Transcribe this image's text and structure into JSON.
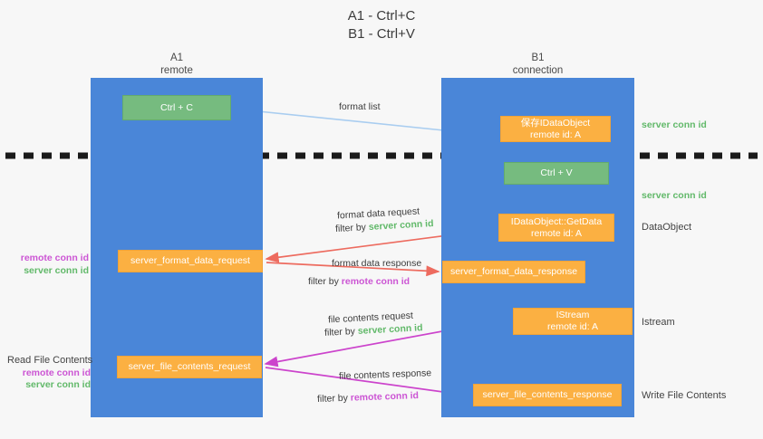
{
  "title": {
    "line1": "A1 - Ctrl+C",
    "line2": "B1 - Ctrl+V"
  },
  "lanes": [
    {
      "id": "a1",
      "name": "A1",
      "subtitle": "remote",
      "color": "#4a86d8"
    },
    {
      "id": "b1",
      "name": "B1",
      "subtitle": "connection",
      "color": "#4a86d8"
    }
  ],
  "nodes": {
    "ctrl_c": {
      "label": "Ctrl + C",
      "color": "#76bb7f"
    },
    "store_idataobject": {
      "label": "保存IDataObject",
      "sub": "remote id: A",
      "color": "#fbb042"
    },
    "ctrl_v": {
      "label": "Ctrl + V",
      "color": "#76bb7f"
    },
    "getdata": {
      "label": "IDataObject::GetData",
      "sub": "remote id: A",
      "color": "#fbb042"
    },
    "format_data_request": {
      "label": "server_format_data_request",
      "color": "#fbb042"
    },
    "format_data_response": {
      "label": "server_format_data_response",
      "color": "#fbb042"
    },
    "istream": {
      "label": "IStream",
      "sub": "remote id: A",
      "color": "#fbb042"
    },
    "file_contents_request": {
      "label": "server_file_contents_request",
      "color": "#fbb042"
    },
    "file_contents_response": {
      "label": "server_file_contents_response",
      "color": "#fbb042"
    }
  },
  "arrow_labels": {
    "format_list": "format list",
    "format_data_request": "format data request",
    "format_data_request_filter_prefix": "filter by ",
    "format_data_request_filter_key": "server conn id",
    "format_data_response": "format data response",
    "format_data_response_filter_prefix": "filter by ",
    "format_data_response_filter_key": "remote conn id",
    "file_contents_request": "file contents request",
    "file_contents_request_filter_prefix": "filter by ",
    "file_contents_request_filter_key": "server conn id",
    "file_contents_response": "file contents response",
    "file_contents_response_filter_prefix": "filter by ",
    "file_contents_response_filter_key": "remote conn id"
  },
  "side_labels": {
    "server_conn_id_top": "server conn id",
    "server_conn_id_mid": "server conn id",
    "dataobject": "DataObject",
    "istream": "Istream",
    "write_file_contents": "Write File Contents",
    "read_file_contents": "Read File Contents",
    "remote_conn_id_a": "remote conn id",
    "server_conn_id_a": "server conn id",
    "remote_conn_id_b": "remote conn id",
    "server_conn_id_b": "server conn id"
  },
  "colors": {
    "lane_blue": "#4a86d8",
    "node_green": "#76bb7f",
    "node_orange": "#fbb042",
    "conn_green": "#62b96a",
    "conn_purple": "#cc55d4",
    "arrow_light_blue": "#a9cdf0",
    "arrow_red": "#ed6b5f",
    "arrow_magenta": "#cc44cc",
    "arrow_black": "#111111",
    "background": "#f7f7f7"
  },
  "divider": {
    "name": "dashed-divider",
    "style": "dashed",
    "color": "#1a1a1a"
  }
}
